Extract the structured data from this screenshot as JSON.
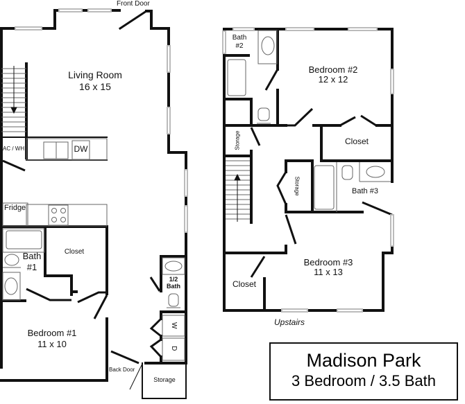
{
  "plan": {
    "title": "Madison Park",
    "subtitle": "3 Bedroom / 3.5 Bath"
  },
  "downstairs": {
    "front_door": "Front Door",
    "back_door": "Back Door",
    "living_room": {
      "name": "Living Room",
      "size": "16 x 15"
    },
    "ac_wh": "AC / WH",
    "dishwasher": "DW",
    "fridge": "Fridge",
    "bath1": {
      "name": "Bath",
      "number": "#1"
    },
    "closet": "Closet",
    "bedroom1": {
      "name": "Bedroom #1",
      "size": "11 x 10"
    },
    "half_bath": {
      "line1": "1/2",
      "line2": "Bath"
    },
    "washer": "W",
    "dryer": "D",
    "storage": "Storage"
  },
  "upstairs": {
    "label": "Upstairs",
    "bath2": {
      "name": "Bath",
      "number": "#2"
    },
    "bedroom2": {
      "name": "Bedroom #2",
      "size": "12 x 12"
    },
    "storage_left": "Storage",
    "closet2": "Closet",
    "storage_mid": "Storage",
    "bath3": "Bath #3",
    "bedroom3": {
      "name": "Bedroom #3",
      "size": "11 x 13"
    },
    "closet3": "Closet"
  },
  "colors": {
    "wall": "#111111",
    "fixture": "#555555",
    "window": "#bbbbbb",
    "background": "#ffffff"
  }
}
